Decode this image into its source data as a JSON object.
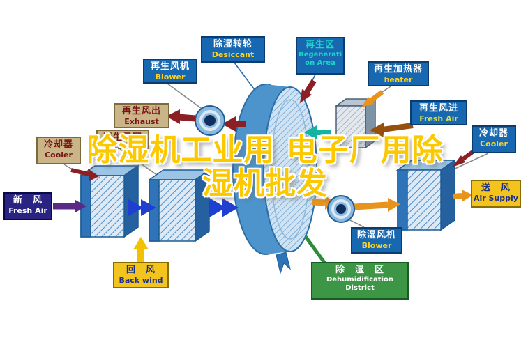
{
  "title": {
    "line1": "除湿机工业用 电子厂用除",
    "line2": "湿机批发"
  },
  "boxes": {
    "desiccant": {
      "zh": "除湿转轮",
      "en": "Desiccant"
    },
    "regen_area": {
      "zh": "再生区",
      "en1": "Regenerati",
      "en2": "on Area"
    },
    "regen_blower": {
      "zh": "再生风机",
      "en": "Blower"
    },
    "regen_heater": {
      "zh": "再生加热器",
      "en": "heater"
    },
    "exhaust": {
      "zh": "再生风出",
      "en": "Exhaust"
    },
    "regen_fresh_air": {
      "zh": "再生风进",
      "en": "Fresh Air"
    },
    "cooler_left": {
      "zh": "冷却器",
      "en": "Cooler"
    },
    "cooler_right": {
      "zh": "冷却器",
      "en": "Cooler"
    },
    "hidden_tan": {
      "zh": "再生风回"
    },
    "fresh_air": {
      "zh": "新　风",
      "en": "Fresh Air"
    },
    "air_supply": {
      "zh": "送　风",
      "en": "Air Supply"
    },
    "back_wind": {
      "zh": "回　风",
      "en": "Back wind"
    },
    "dehumid_blower": {
      "zh": "除湿风机",
      "en": "Blower"
    },
    "dehumid_area": {
      "zh": "除　湿　区",
      "en1": "Dehumidification",
      "en2": "District"
    }
  },
  "colors": {
    "box_blue": "#1768b0",
    "box_tan": "#c9b587",
    "box_yellow": "#f2c41d",
    "box_green": "#3c9646",
    "box_navy": "#2b2382",
    "title_gold": "#fcc800",
    "arrow_maroon": "#8b1f24",
    "arrow_orange": "#e8931c",
    "arrow_brown": "#96500e",
    "arrow_blue": "#1f3fd0",
    "arrow_purple": "#5b2a86",
    "arrow_teal": "#12b3a0",
    "arrow_yellow": "#f2c200"
  }
}
